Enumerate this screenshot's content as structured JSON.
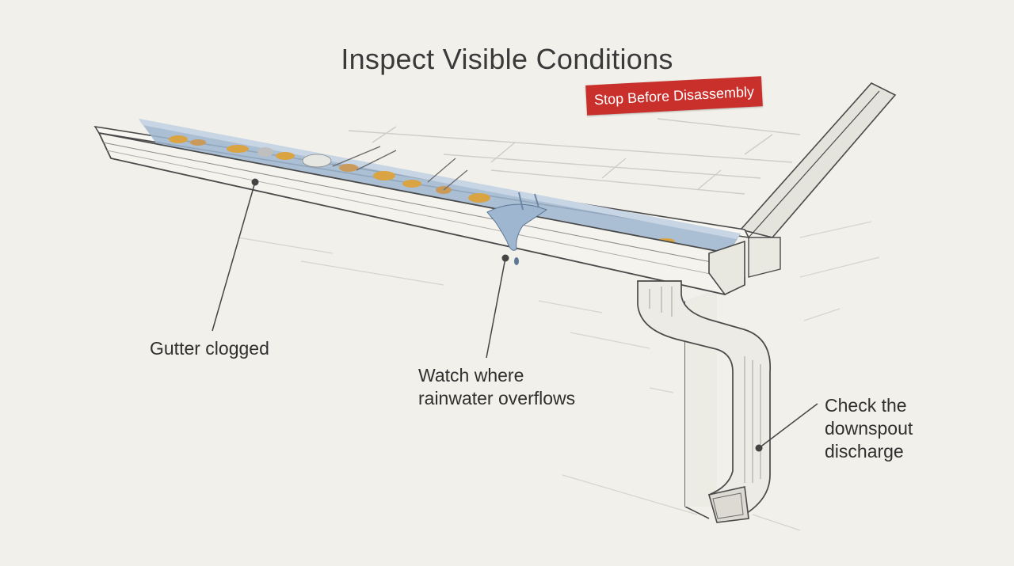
{
  "diagram": {
    "title": "Inspect Visible Conditions",
    "badge": "Stop Before Disassembly",
    "callouts": {
      "gutter": "Gutter clogged",
      "overflow_line1": "Watch where",
      "overflow_line2": "rainwater overflows",
      "downspout_line1": "Check the",
      "downspout_line2": "downspout",
      "downspout_line3": "discharge"
    },
    "colors": {
      "background": "#f1f0ea",
      "badge": "#c9302c",
      "water": "#9fb6d0",
      "leaves": "#d9a441",
      "ink": "#3a3a3a"
    }
  }
}
